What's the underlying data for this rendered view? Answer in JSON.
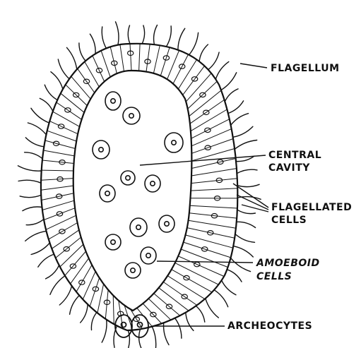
{
  "labels": {
    "flagellum": "FLAGELLUM",
    "central_cavity_line1": "CENTRAL",
    "central_cavity_line2": "CAVITY",
    "flagellated_cells_line1": "FLAGELLATED",
    "flagellated_cells_line2": "CELLS",
    "amoeboid_cells_line1": "AMOEBOID",
    "amoeboid_cells_line2": "CELLS",
    "archeocytes": "ARCHEOCYTES"
  },
  "colors": {
    "ink": "#111111",
    "background": "#ffffff"
  }
}
